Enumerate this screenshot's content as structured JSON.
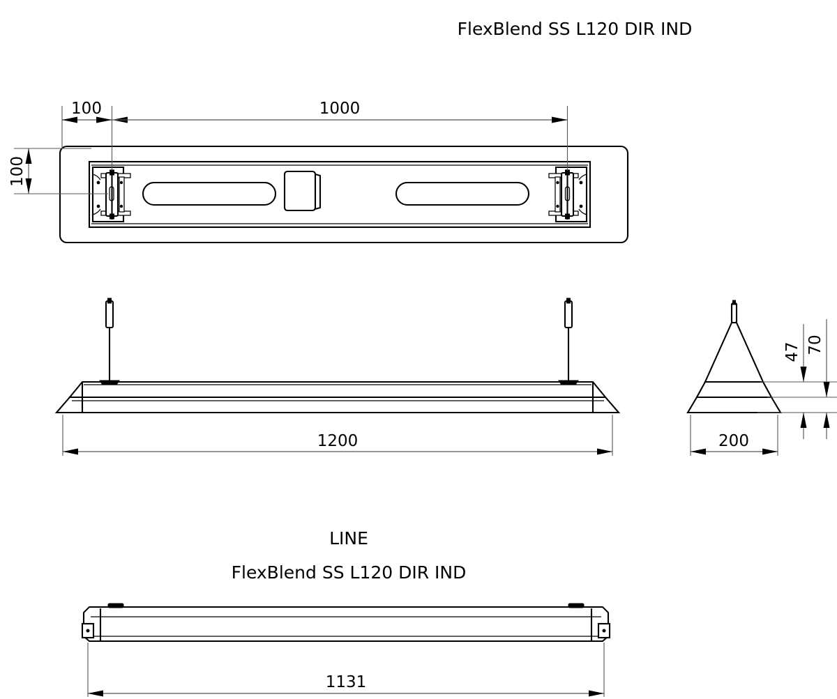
{
  "document": {
    "type": "technical-dimension-drawing",
    "product_title": "FlexBlend SS L120 DIR IND",
    "units": "mm"
  },
  "titles": {
    "main": "FlexBlend SS L120 DIR IND",
    "line_label": "LINE",
    "line_product": "FlexBlend SS L120 DIR IND"
  },
  "views": {
    "top": {
      "name": "top-view",
      "dimensions": {
        "edge_offset": "100",
        "mount_spacing": "1000",
        "mount_inset_vertical": "100"
      }
    },
    "front": {
      "name": "front-elevation-view",
      "dimensions": {
        "length": "1200"
      }
    },
    "side": {
      "name": "side-end-view",
      "dimensions": {
        "width": "200",
        "height_lower": "47",
        "height_total": "70"
      }
    },
    "line": {
      "name": "line-variant-view",
      "dimensions": {
        "length": "1131"
      }
    }
  },
  "colors": {
    "outline": "#000000",
    "dimension_line": "#555555",
    "background": "#ffffff"
  }
}
